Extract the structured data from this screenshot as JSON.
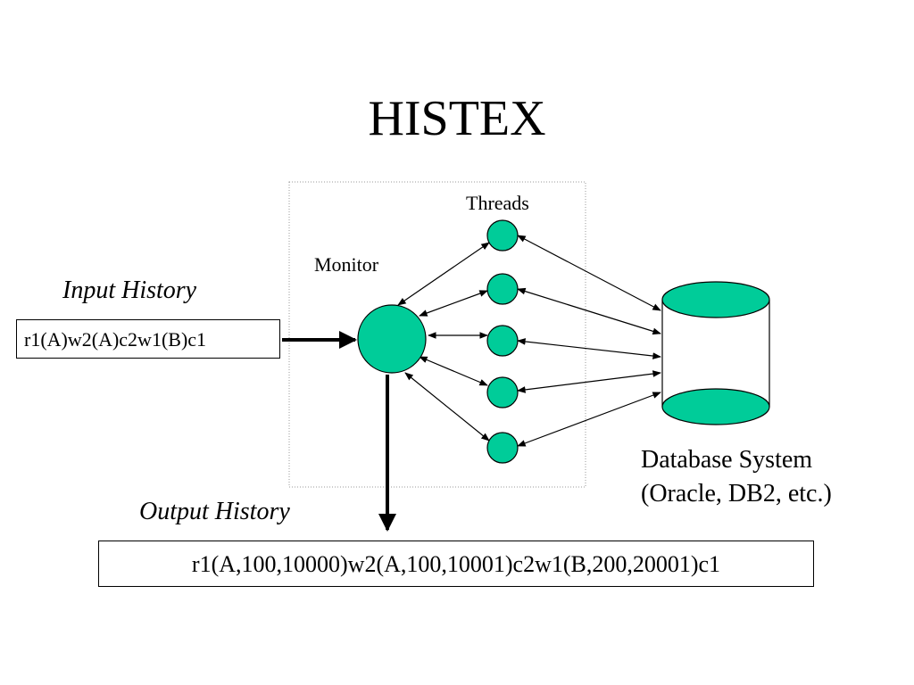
{
  "slide": {
    "title": "HISTEX"
  },
  "labels": {
    "threads": "Threads",
    "monitor": "Monitor",
    "input_history": "Input History",
    "output_history": "Output History",
    "database_line1": "Database System",
    "database_line2": "(Oracle, DB2, etc.)"
  },
  "boxes": {
    "input": "r1(A)w2(A)c2w1(B)c1",
    "output": "r1(A,100,10000)w2(A,100,10001)c2w1(B,200,20001)c1"
  },
  "colors": {
    "node_fill": "#00cc99",
    "stroke": "#000000",
    "dotted_border": "#999999"
  },
  "icons": {
    "monitor": "circle-node",
    "thread": "circle-node",
    "database": "cylinder-icon"
  }
}
